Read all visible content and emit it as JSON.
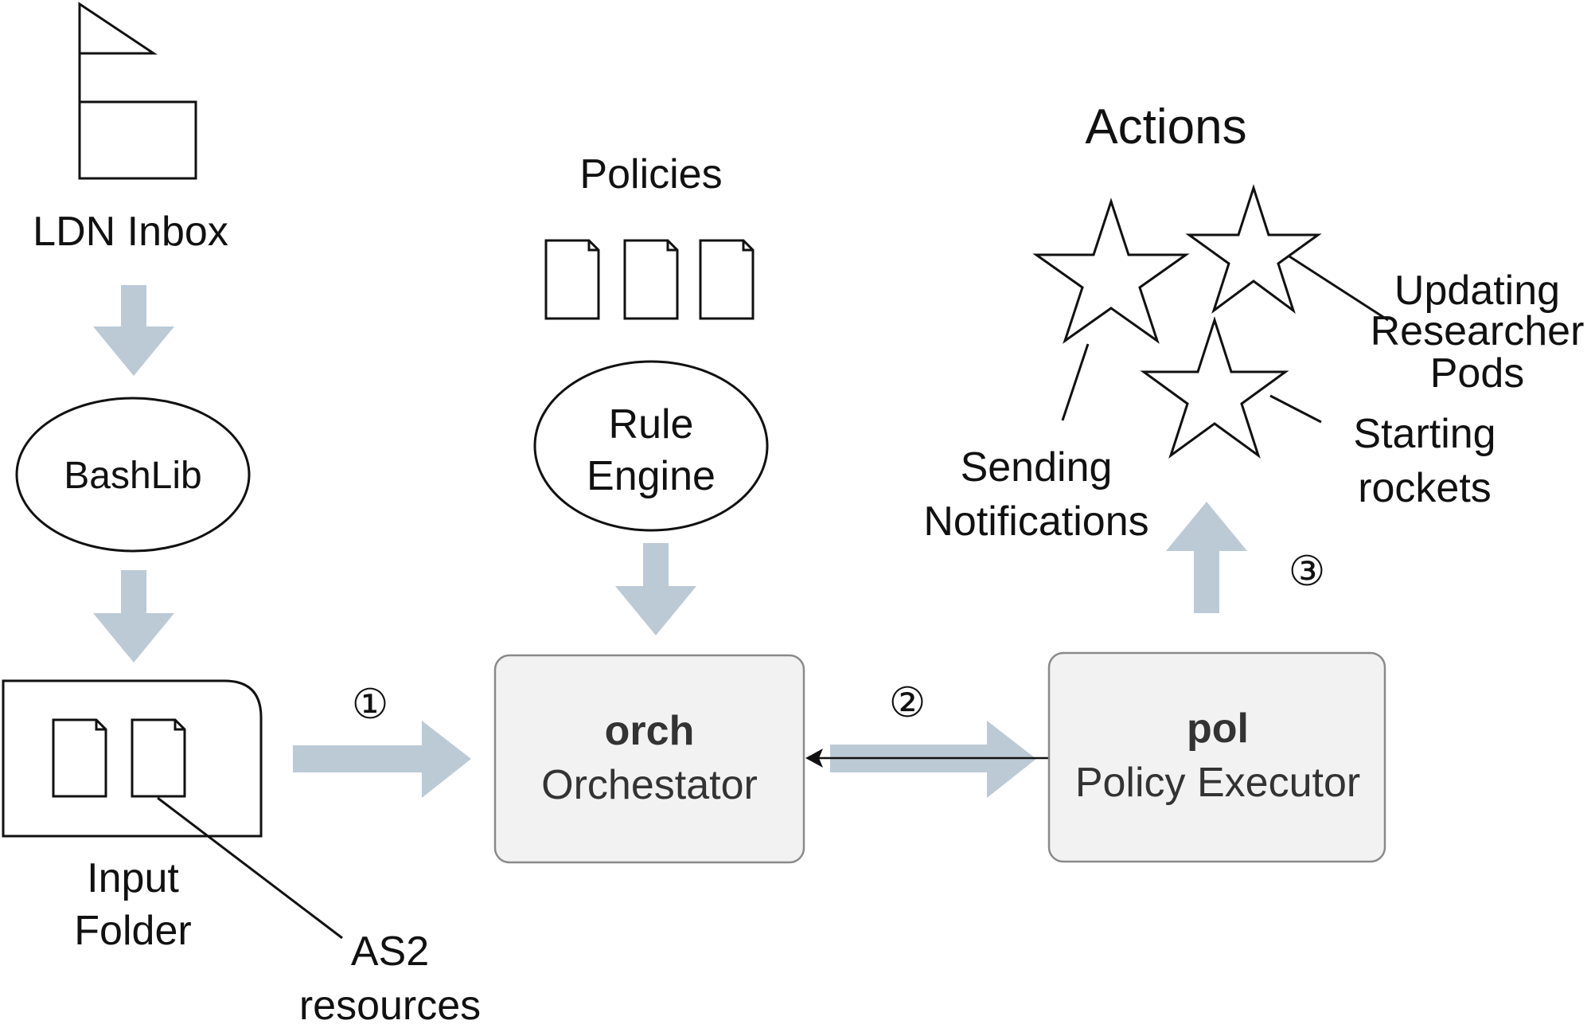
{
  "inbox": {
    "label": "LDN Inbox"
  },
  "bashlib": {
    "label": "BashLib"
  },
  "input_folder": {
    "line1": "Input",
    "line2": "Folder"
  },
  "as2": {
    "line1": "AS2",
    "line2": "resources"
  },
  "policies": {
    "label": "Policies"
  },
  "rule_engine": {
    "line1": "Rule",
    "line2": "Engine"
  },
  "orch": {
    "title": "orch",
    "subtitle": "Orchestator"
  },
  "pol": {
    "title": "pol",
    "subtitle": "Policy Executor"
  },
  "actions": {
    "title": "Actions",
    "sending": {
      "line1": "Sending",
      "line2": "Notifications"
    },
    "updating": {
      "line1": "Updating",
      "line2": "Researcher",
      "line3": "Pods"
    },
    "starting": {
      "line1": "Starting",
      "line2": "rockets"
    }
  },
  "steps": {
    "one": "①",
    "two": "②",
    "three": "③"
  },
  "colors": {
    "arrow": "#bccad6",
    "box_fill": "#f2f2f2",
    "box_stroke": "#8a8a8a"
  }
}
